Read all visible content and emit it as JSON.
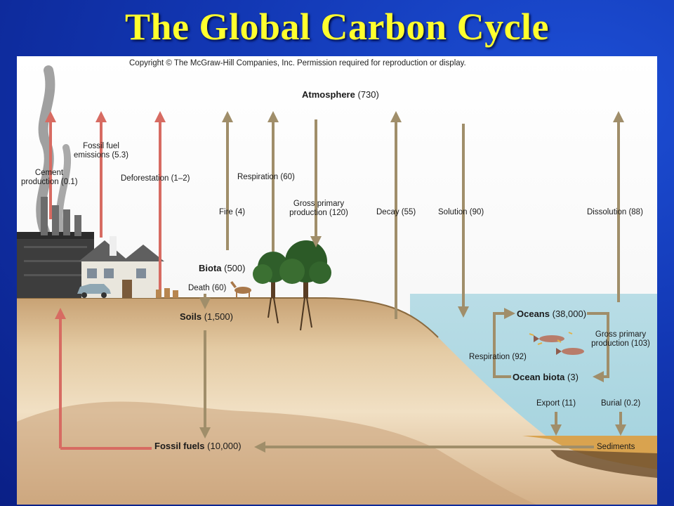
{
  "slide": {
    "title": "The Global Carbon Cycle"
  },
  "figure": {
    "copyright": "Copyright © The McGraw-Hill Companies, Inc. Permission required for reproduction or display.",
    "reservoirs": {
      "atmosphere": {
        "name": "Atmosphere",
        "value": "(730)"
      },
      "biota": {
        "name": "Biota",
        "value": "(500)"
      },
      "soils": {
        "name": "Soils",
        "value": "(1,500)"
      },
      "fossil_fuels": {
        "name": "Fossil fuels",
        "value": "(10,000)"
      },
      "oceans": {
        "name": "Oceans",
        "value": "(38,000)"
      },
      "ocean_biota": {
        "name": "Ocean biota",
        "value": "(3)"
      },
      "sediments": {
        "name": "Sediments"
      }
    },
    "fluxes": {
      "cement": [
        "Cement",
        "production (0.1)"
      ],
      "fossil_emissions": [
        "Fossil fuel",
        "emissions (5.3)"
      ],
      "deforestation": "Deforestation (1–2)",
      "fire": "Fire (4)",
      "respiration_land": "Respiration (60)",
      "gpp_land": [
        "Gross primary",
        "production (120)"
      ],
      "decay": "Decay (55)",
      "solution": "Solution (90)",
      "dissolution": "Dissolution (88)",
      "death": "Death (60)",
      "respiration_ocean": "Respiration (92)",
      "gpp_ocean": [
        "Gross primary",
        "production (103)"
      ],
      "export": "Export (11)",
      "burial": "Burial (0.2)"
    }
  }
}
